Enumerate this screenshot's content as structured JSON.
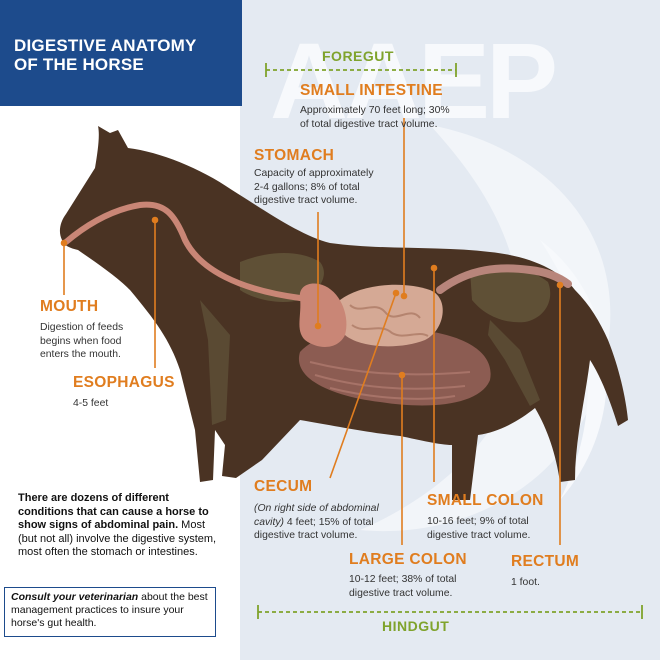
{
  "title": {
    "line1": "DIGESTIVE ANATOMY",
    "line2": "OF THE HORSE"
  },
  "watermark": {
    "text": "AAEP"
  },
  "brackets": {
    "foregut": "FOREGUT",
    "hindgut": "HINDGUT"
  },
  "parts": {
    "small_intestine": {
      "name": "SMALL INTESTINE",
      "line1": "Approximately 70 feet long; 30%",
      "line2": "of total digestive tract volume."
    },
    "stomach": {
      "name": "STOMACH",
      "line1": "Capacity of approximately",
      "line2": "2-4 gallons; 8% of total",
      "line3": "digestive tract volume."
    },
    "mouth": {
      "name": "MOUTH",
      "line1": "Digestion of feeds",
      "line2": "begins when food",
      "line3": "enters the mouth."
    },
    "esophagus": {
      "name": "ESOPHAGUS",
      "line1": "4-5 feet"
    },
    "cecum": {
      "name": "CECUM",
      "line1": "(On right side of abdominal",
      "line2a": "cavity)",
      "line2b": " 4 feet; 15% of total",
      "line3": "digestive tract volume."
    },
    "small_colon": {
      "name": "SMALL COLON",
      "line1": "10-16 feet; 9% of total",
      "line2": "digestive tract volume."
    },
    "large_colon": {
      "name": "LARGE COLON",
      "line1": "10-12 feet; 38% of total",
      "line2": "digestive tract volume."
    },
    "rectum": {
      "name": "RECTUM",
      "line1": "1 foot."
    }
  },
  "note": {
    "bold": "There are dozens of different conditions that can cause a horse to show signs of abdominal pain.",
    "rest": " Most (but not all) involve the digestive system, most often the stomach or intestines."
  },
  "consult": {
    "bold": "Consult your veterinarian",
    "rest": " about the best management practices to insure your horse's gut health."
  },
  "colors": {
    "accent": "#e07d1f",
    "brand": "#1d4b8c",
    "horse": "#4a3323",
    "gut_bracket": "#7fa32c"
  }
}
